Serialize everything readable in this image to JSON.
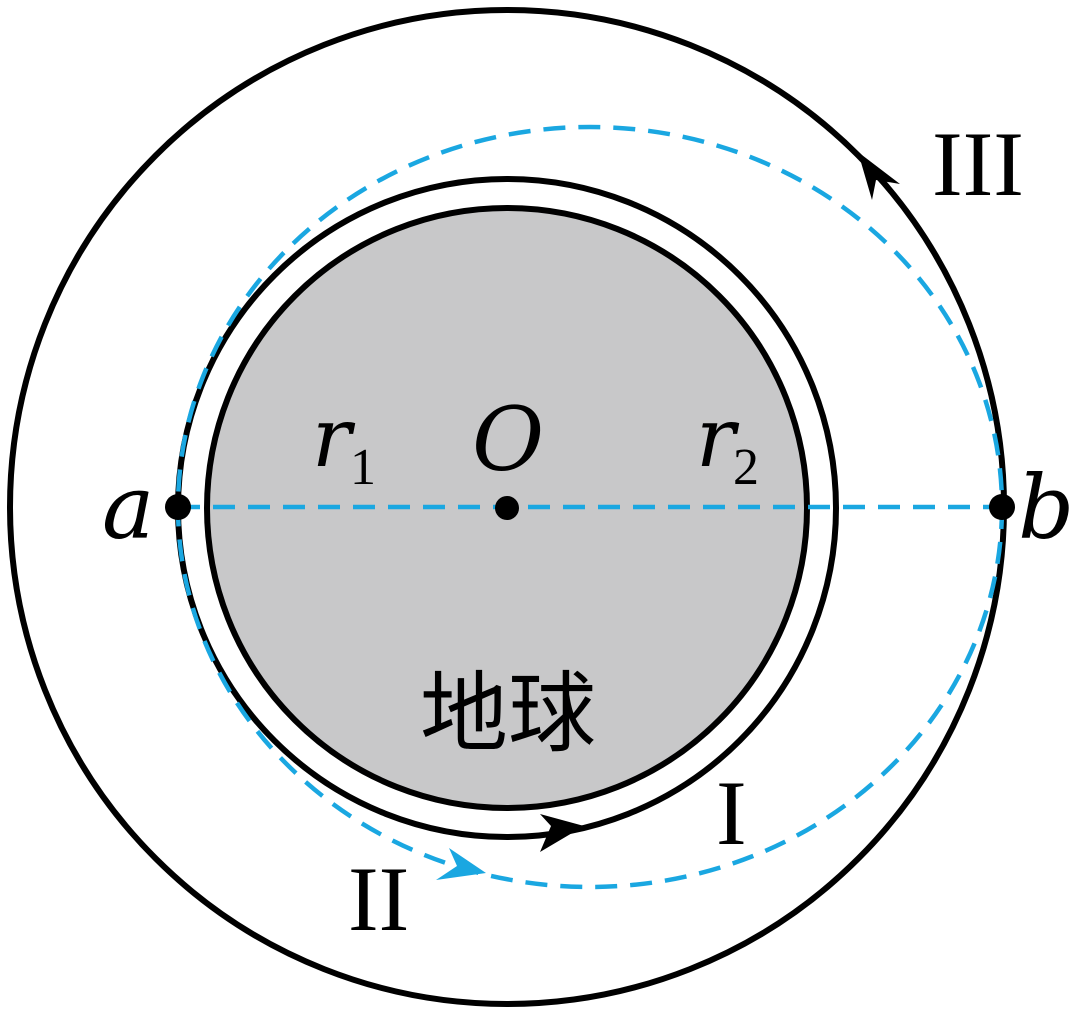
{
  "labels": {
    "center": "O",
    "point_a": "a",
    "point_b": "b",
    "r1_main": "r",
    "r1_sub": "1",
    "r2_main": "r",
    "r2_sub": "2",
    "earth": "地球",
    "orbit_1": "I",
    "orbit_2": "II",
    "orbit_3": "III"
  },
  "colors": {
    "earth_fill": "#c8c8c9",
    "stroke": "#000000",
    "transfer_orbit": "#1aa7e1",
    "background": "#ffffff"
  }
}
